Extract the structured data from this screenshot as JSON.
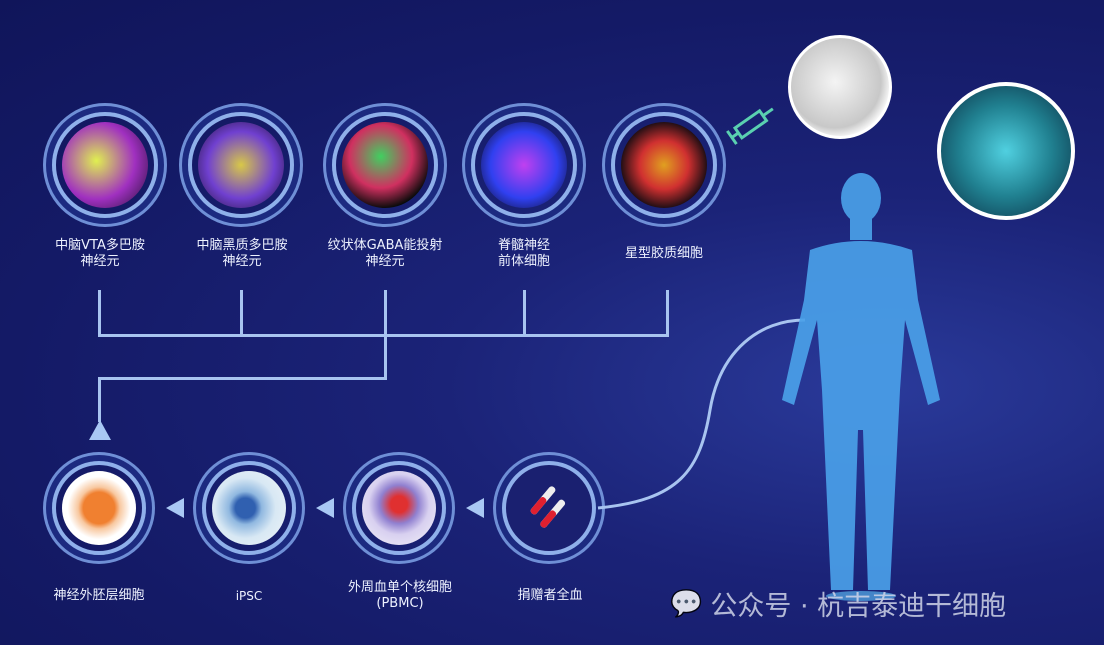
{
  "top_row": [
    {
      "label_line1": "中脑VTA多巴胺",
      "label_line2": "神经元",
      "colors": [
        "#c8e040",
        "#a030c0"
      ]
    },
    {
      "label_line1": "中脑黑质多巴胺",
      "label_line2": "神经元",
      "colors": [
        "#d0c040",
        "#8040d0"
      ]
    },
    {
      "label_line1": "纹状体GABA能投射",
      "label_line2": "神经元",
      "colors": [
        "#30c050",
        "#d03060"
      ]
    },
    {
      "label_line1": "脊髓神经",
      "label_line2": "前体细胞",
      "colors": [
        "#b030e0",
        "#3040f0"
      ]
    },
    {
      "label_line1": "星型胶质细胞",
      "label_line2": "",
      "colors": [
        "#e0a020",
        "#d03030"
      ]
    }
  ],
  "bottom_row": [
    {
      "label_line1": "神经外胚层细胞",
      "label_line2": "",
      "colors": [
        "#f08030",
        "#fff0e0"
      ]
    },
    {
      "label_line1": "iPSC",
      "label_line2": "",
      "colors": [
        "#4070c0",
        "#d0e4f4"
      ]
    },
    {
      "label_line1": "外周血单个核细胞",
      "label_line2": "(PBMC)",
      "colors": [
        "#e03030",
        "#9080d0"
      ]
    },
    {
      "label_line1": "捐赠者全血",
      "label_line2": "",
      "colors": [
        "#e02030",
        "#1a2070"
      ]
    }
  ],
  "watermark": "公众号 · 杭吉泰迪干细胞",
  "colors": {
    "connector": "#a8c4f0",
    "body": "#4aa0e8",
    "network": "#40c0d0"
  }
}
